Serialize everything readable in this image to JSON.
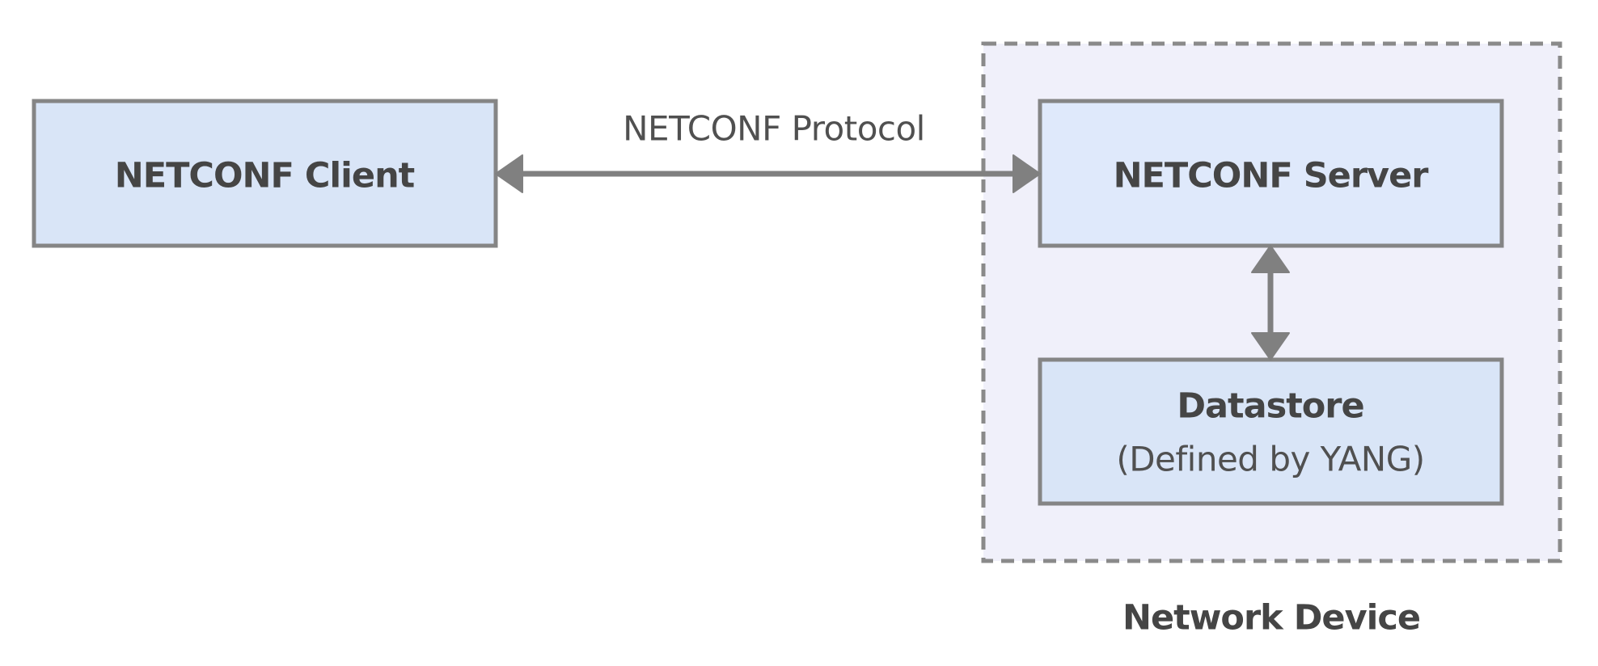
{
  "diagram": {
    "client": {
      "label": "NETCONF Client"
    },
    "protocol": {
      "label": "NETCONF Protocol"
    },
    "device": {
      "label": "Network Device",
      "server": {
        "label": "NETCONF Server"
      },
      "datastore": {
        "title": "Datastore",
        "subtitle": "(Defined by YANG)"
      }
    }
  },
  "colors": {
    "node_fill": "#d9e5f7",
    "node_stroke": "#858585",
    "group_fill": "#f0f0fa",
    "edge": "#808080",
    "text": "#454545"
  }
}
